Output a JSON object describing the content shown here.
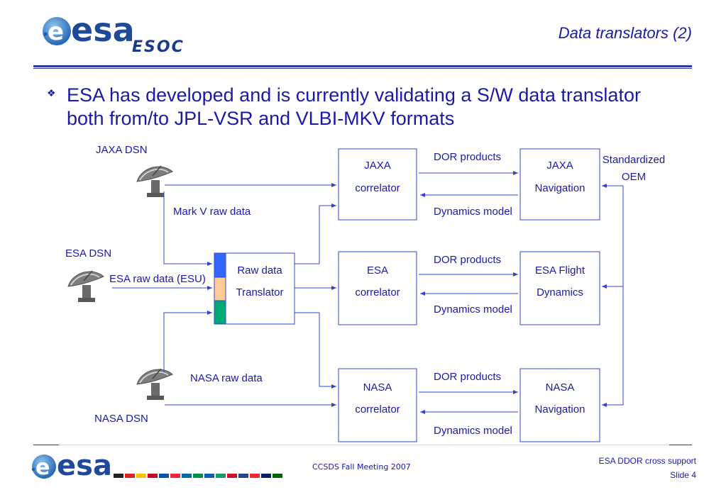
{
  "header": {
    "logo_text": "esa",
    "logo_sub": "ESOC",
    "title": "Data translators (2)"
  },
  "bullet": {
    "text": "ESA has developed and is currently validating a S/W data translator both from/to JPL-VSR and VLBI-MKV formats"
  },
  "diagram": {
    "stations": {
      "jaxa_label": "JAXA DSN",
      "esa_label": "ESA DSN",
      "nasa_label": "NASA DSN"
    },
    "flows": {
      "mark_v": "Mark V raw data",
      "esa_raw": "ESA raw data (ESU)",
      "nasa_raw": "NASA raw data"
    },
    "translator": {
      "line1": "Raw data",
      "line2": "Translator"
    },
    "correlators": [
      {
        "line1": "JAXA",
        "line2": "correlator"
      },
      {
        "line1": "ESA",
        "line2": "correlator"
      },
      {
        "line1": "NASA",
        "line2": "correlator"
      }
    ],
    "navigation": [
      {
        "line1": "JAXA",
        "line2": "Navigation"
      },
      {
        "line1": "ESA Flight",
        "line2": "Dynamics"
      },
      {
        "line1": "NASA",
        "line2": "Navigation"
      }
    ],
    "dor_products": "DOR products",
    "dynamics_model": "Dynamics model",
    "standardized": {
      "line1": "Standardized",
      "line2": "OEM"
    },
    "colors": {
      "line": "#3344cc",
      "blue": "#3366ff",
      "peach": "#ffcc99",
      "green": "#00aa77"
    }
  },
  "footer": {
    "logo_text": "esa",
    "center": "CCSDS Fall Meeting 2007",
    "right_line1": "ESA DDOR cross support",
    "right_line2": "Slide 4"
  }
}
